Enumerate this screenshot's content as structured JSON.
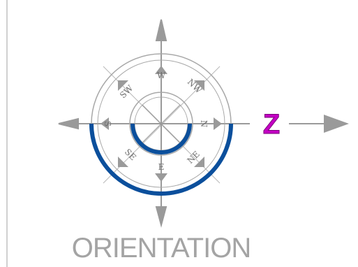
{
  "widget": {
    "caption": "ORIENTATION",
    "north_marker": "Z",
    "directions": {
      "north": "N",
      "south": "S",
      "east": "E",
      "west": "W",
      "northeast": "NE",
      "northwest": "NW",
      "southeast": "SE",
      "southwest": "SW"
    }
  },
  "colors": {
    "accent_arc": "#0b4f9c",
    "north_marker": "#c400c4",
    "arrows": "#9a9a9a",
    "rings": "#a8a8a8",
    "caption": "#a4a4a4"
  },
  "icons": {
    "compass": "compass-rose-icon",
    "north_arrow": "arrow-right-icon"
  }
}
